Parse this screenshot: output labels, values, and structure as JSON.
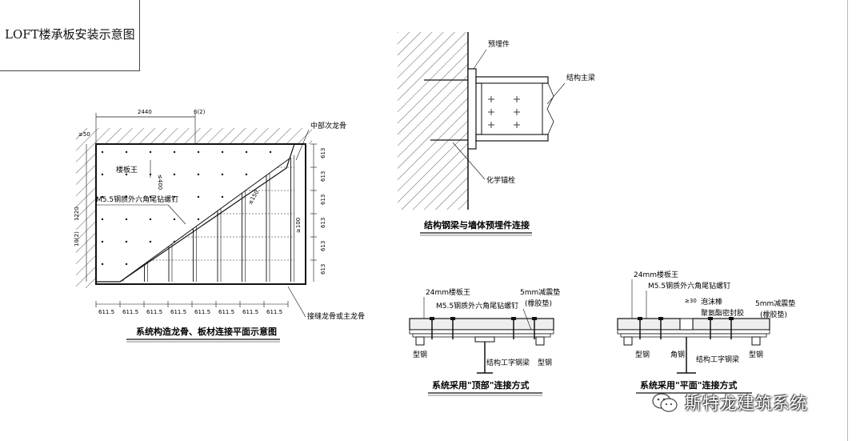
{
  "title": "LOFT楼承板安装示意图",
  "plan": {
    "caption": "系统构造龙骨、板材连接平面示意图",
    "dim_top": "2440",
    "dim_top_right": "6(2)",
    "dim_left_top": "≥50",
    "dim_left_mid": "1220",
    "dim_left_low": "10(2)",
    "dim_right": "613",
    "dim_right_100": "≥100",
    "dim_400": "≤400",
    "dim_150": "≤150",
    "dim_bottom": "611.5",
    "label_board": "楼板王",
    "label_screw": "M5.5钢质外六角尾钻螺钉",
    "label_mid_keel": "中部次龙骨",
    "label_joint_keel": "接缝龙骨或主龙骨"
  },
  "beam_wall": {
    "caption": "结构钢梁与墙体预埋件连接",
    "label_embed": "预埋件",
    "label_main_beam": "结构主梁",
    "label_anchor": "化学锚栓"
  },
  "top_conn": {
    "caption": "系统采用\"顶部\"连接方式",
    "label_board": "24mm楼板王",
    "label_screw": "M5.5钢质外六角尾钻螺钉",
    "label_pad1": "5mm减震垫",
    "label_pad2": "(橡胶垫)",
    "label_steel_left": "型钢",
    "label_steel_right": "型钢",
    "label_beam": "结构工字钢梁"
  },
  "flat_conn": {
    "caption": "系统采用\"平面\"连接方式",
    "label_board": "24mm楼板王",
    "label_screw": "M5.5钢质外六角尾钻螺钉",
    "label_foam": "泡沫棒",
    "label_sealant": "聚氨酯密封胶",
    "label_gap": "≥30",
    "label_pad1": "5mm减震垫",
    "label_pad2": "(橡胶垫)",
    "label_steel_left": "型钢",
    "label_angle": "角钢",
    "label_beam": "结构工字钢梁",
    "label_steel_right": "型钢"
  },
  "watermark": {
    "text": "斯特龙建筑系统",
    "icon": "wechat-icon"
  }
}
